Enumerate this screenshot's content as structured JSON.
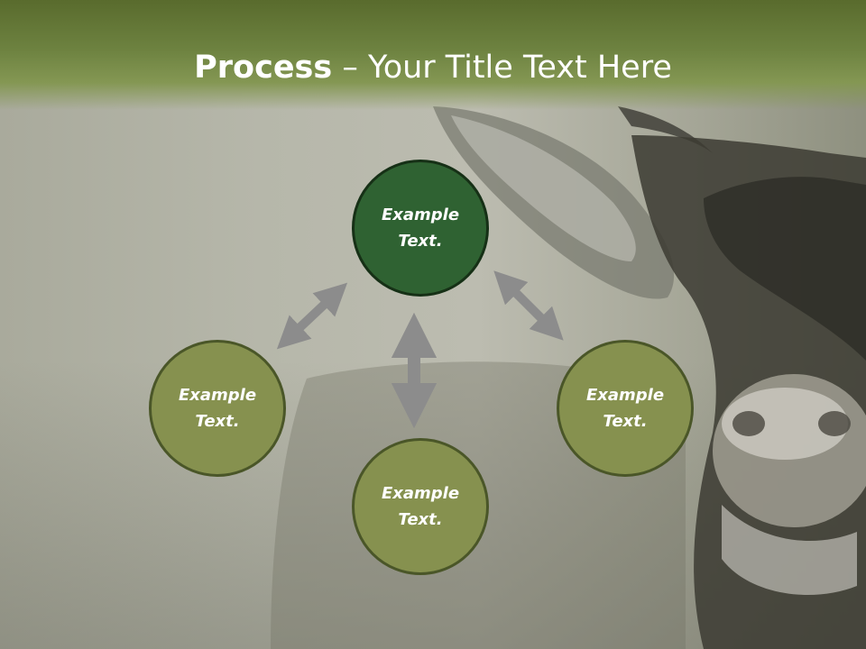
{
  "slide": {
    "title_bold": "Process",
    "title_rest": " – Your Title Text Here"
  },
  "diagram": {
    "nodes": [
      {
        "id": "top",
        "label": "Example\nText."
      },
      {
        "id": "left",
        "label": "Example\nText."
      },
      {
        "id": "bottom",
        "label": "Example\nText."
      },
      {
        "id": "right",
        "label": "Example\nText."
      }
    ],
    "connectors": [
      "top-left",
      "top-bottom",
      "top-right"
    ]
  },
  "colors": {
    "header": "#6d8240",
    "accent_node": "#2f6232",
    "node": "#86914f",
    "node_border": "#4a5628",
    "arrow": "#8c8c8c"
  }
}
